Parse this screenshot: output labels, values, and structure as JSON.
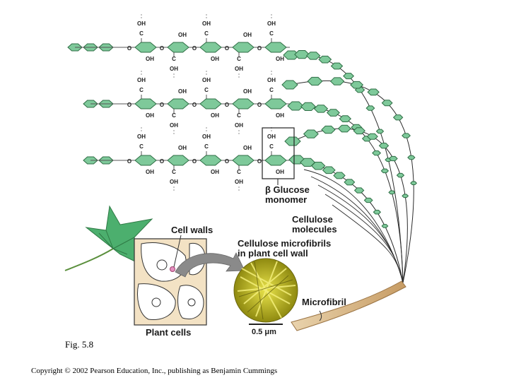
{
  "figure": {
    "caption": "Fig. 5.8",
    "copyright": "Copyright © 2002 Pearson Education, Inc., publishing as Benjamin Cummings"
  },
  "labels": {
    "beta_glucose": "β Glucose",
    "monomer": "monomer",
    "cellulose_molecules_1": "Cellulose",
    "cellulose_molecules_2": "molecules",
    "cell_walls": "Cell walls",
    "microfibrils_1": "Cellulose microfibrils",
    "microfibrils_2": "in plant cell wall",
    "microfibril": "Microfibril",
    "plant_cells": "Plant cells",
    "scale_bar": "0.5 μm"
  },
  "atoms": {
    "oh": "OH",
    "c": "C",
    "o": "O"
  },
  "colors": {
    "glucose_ring": "#7ec99a",
    "ring_stroke": "#2f6e45",
    "leaf": "#4caf6e",
    "micrograph": "#c9c21e",
    "fiber": "#d9b98a"
  }
}
